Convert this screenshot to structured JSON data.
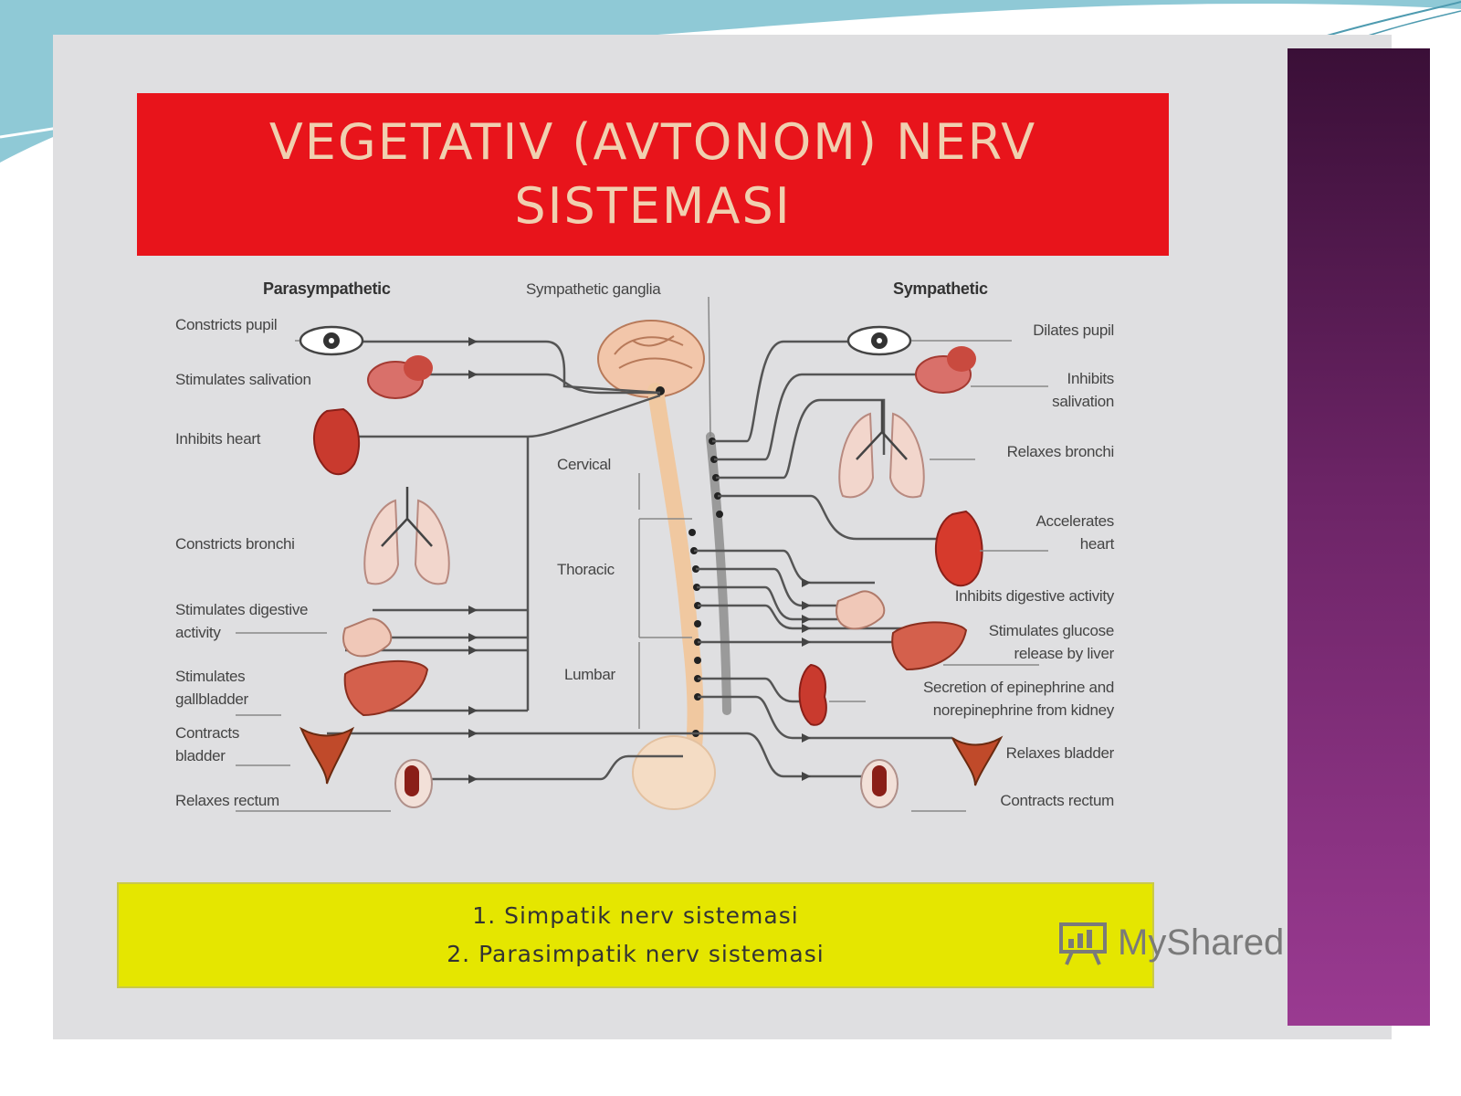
{
  "slide": {
    "title_line1": "VEGETATIV (AVTONOM) NERV",
    "title_line2": "SISTEMASI",
    "list_item1": "1. Simpatik nerv sistemasi",
    "list_item2": "2. Parasimpatik nerv sistemasi"
  },
  "diagram": {
    "parasympathetic_heading": "Parasympathetic",
    "sympathetic_heading": "Sympathetic",
    "ganglia_label": "Sympathetic ganglia",
    "regions": {
      "cervical": "Cervical",
      "thoracic": "Thoracic",
      "lumbar": "Lumbar"
    },
    "parasympathetic": {
      "pupil": "Constricts pupil",
      "salivation": "Stimulates salivation",
      "heart": "Inhibits heart",
      "bronchi": "Constricts bronchi",
      "digestive_1": "Stimulates digestive",
      "digestive_2": "activity",
      "gallbladder_1": "Stimulates",
      "gallbladder_2": "gallbladder",
      "bladder_1": "Contracts",
      "bladder_2": "bladder",
      "rectum": "Relaxes rectum"
    },
    "sympathetic": {
      "pupil": "Dilates pupil",
      "salivation_1": "Inhibits",
      "salivation_2": "salivation",
      "bronchi": "Relaxes bronchi",
      "heart_1": "Accelerates",
      "heart_2": "heart",
      "digestive": "Inhibits digestive activity",
      "glucose_1": "Stimulates glucose",
      "glucose_2": "release by liver",
      "epinephrine_1": "Secretion of epinephrine and",
      "epinephrine_2": "norepinephrine from kidney",
      "bladder": "Relaxes bladder",
      "rectum": "Contracts rectum"
    }
  },
  "logo": {
    "text": "MyShared"
  },
  "colors": {
    "title_bg": "#e8141b",
    "title_text": "#f0d0b0",
    "list_bg": "#e5e600",
    "accent_bar": "#6c2466",
    "organ": "#c93a2e",
    "spine": "#f0c8a0"
  }
}
